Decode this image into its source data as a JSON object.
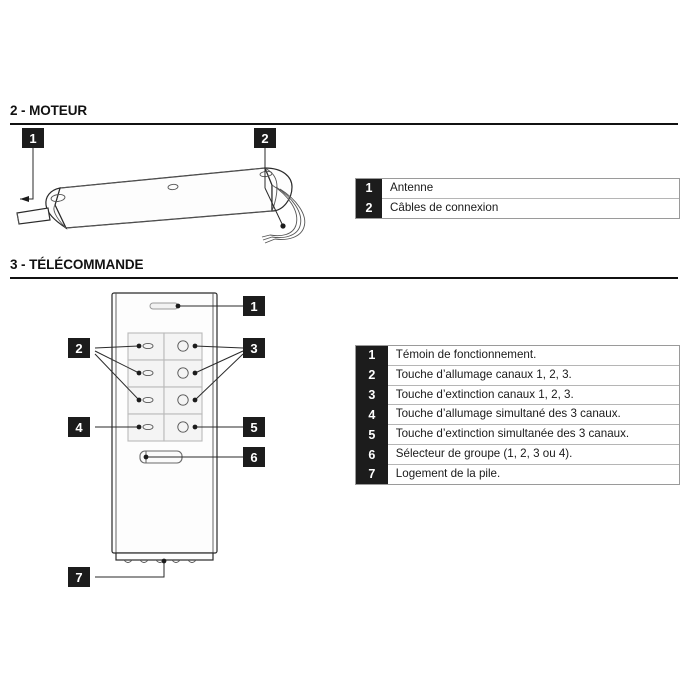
{
  "sections": [
    {
      "id": "motor",
      "heading": "2 - MOTEUR",
      "callouts": [
        "1",
        "2"
      ],
      "legend": [
        {
          "num": "1",
          "text": "Antenne"
        },
        {
          "num": "2",
          "text": "Câbles de connexion"
        }
      ],
      "figure_name": "tubular-motor-diagram"
    },
    {
      "id": "remote",
      "heading": "3 - TÉLÉCOMMANDE",
      "callouts": [
        "1",
        "2",
        "3",
        "4",
        "5",
        "6",
        "7"
      ],
      "legend": [
        {
          "num": "1",
          "text": "Témoin de fonctionnement."
        },
        {
          "num": "2",
          "text": "Touche d’allumage canaux 1, 2, 3."
        },
        {
          "num": "3",
          "text": "Touche d’extinction canaux 1, 2, 3."
        },
        {
          "num": "4",
          "text": "Touche d’allumage simultané des 3 canaux."
        },
        {
          "num": "5",
          "text": "Touche d’extinction simultanée des 3 canaux."
        },
        {
          "num": "6",
          "text": "Sélecteur de groupe (1, 2, 3 ou 4)."
        },
        {
          "num": "7",
          "text": "Logement de la pile."
        }
      ],
      "figure_name": "remote-control-diagram"
    }
  ],
  "colors": {
    "badge_background": "#1c1c1c",
    "badge_text": "#ffffff",
    "rule": "#111111",
    "table_border": "#9a9a9a",
    "line_art": "#2a2a2a",
    "button_fill": "#f4f4f4"
  }
}
